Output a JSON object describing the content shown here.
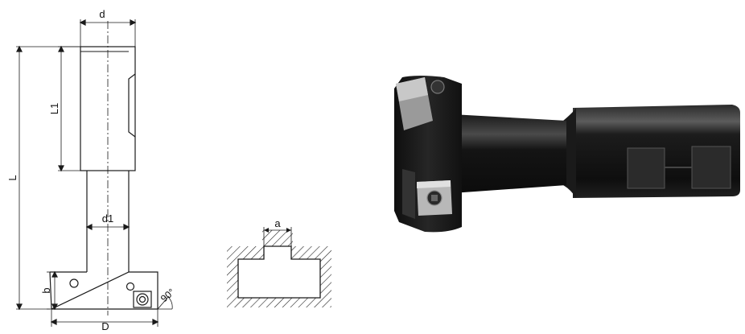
{
  "labels": {
    "d": "d",
    "L1": "L1",
    "L": "L",
    "d1": "d1",
    "b": "b",
    "D": "D",
    "angle": "90°",
    "a": "a"
  },
  "colors": {
    "ink": "#1a1a1a",
    "tool_body": "#151515",
    "tool_highlight": "#6a6a6a",
    "insert": "#b8b8b8"
  }
}
